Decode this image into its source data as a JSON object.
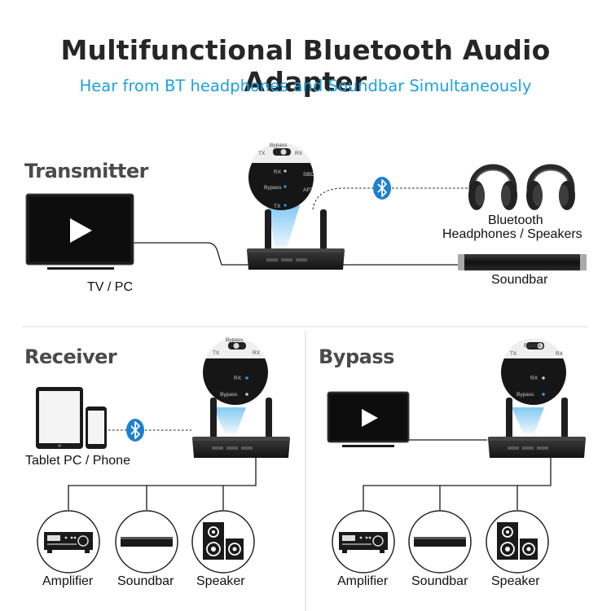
{
  "header": {
    "title": "Multifunctional Bluetooth Audio Adapter",
    "subtitle": "Hear from BT headphones and Soundbar Simultaneously"
  },
  "sections": {
    "transmitter": {
      "title": "Transmitter",
      "tv_label": "TV / PC",
      "headphones_label_line1": "Bluetooth",
      "headphones_label_line2": "Headphones / Speakers",
      "soundbar_label": "Soundbar"
    },
    "receiver": {
      "title": "Receiver",
      "tablet_label": "Tablet PC / Phone",
      "outputs": [
        "Amplifier",
        "Soundbar",
        "Speaker"
      ]
    },
    "bypass": {
      "title": "Bypass",
      "outputs": [
        "Amplifier",
        "Soundbar",
        "Speaker"
      ]
    }
  },
  "device_panel": {
    "switch_label": "Bypass",
    "tx": "TX",
    "rx": "RX",
    "bypass": "Bypass",
    "sbc": "SBC",
    "apt": "APT"
  },
  "colors": {
    "accent_blue": "#1ea1e0",
    "bluetooth_blue": "#1e7fd0",
    "device_black": "#1c1c1c"
  },
  "icons": [
    "play-icon",
    "bluetooth-icon",
    "headphones-icon",
    "amplifier-icon",
    "soundbar-icon",
    "speaker-icon",
    "tablet-icon",
    "phone-icon"
  ]
}
